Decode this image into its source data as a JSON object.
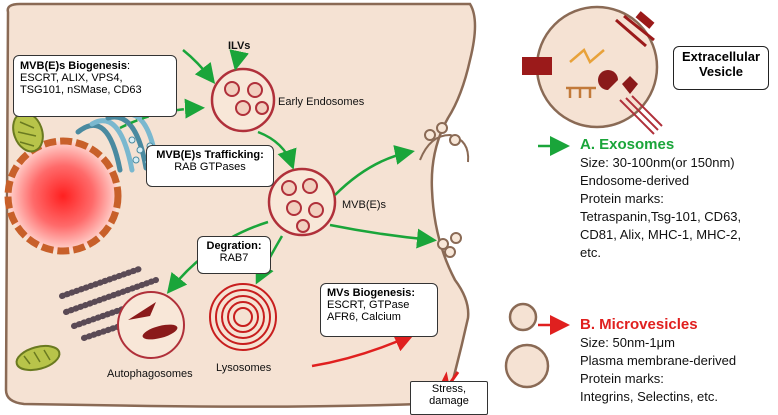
{
  "callouts": {
    "biogenesis": {
      "title": "MVB(E)s Biogenesis",
      "colon": ":",
      "lines": [
        "ESCRT, ALIX, VPS4,",
        "TSG101, nSMase, CD63"
      ]
    },
    "traffic": {
      "title": "MVB(E)s Trafficking:",
      "lines": [
        "RAB GTPases"
      ]
    },
    "degradation": {
      "title": "Degration:",
      "lines": [
        "RAB7"
      ]
    },
    "mvs_biogenesis": {
      "title": "MVs Biogenesis:",
      "lines": [
        "ESCRT, GTPase",
        "AFR6, Calcium"
      ]
    },
    "stress": {
      "lines": [
        "Stress,",
        "damage"
      ]
    }
  },
  "labels": {
    "ilvs": "ILVs",
    "early_endosomes": "Early Endosomes",
    "mvbs": "MVB(E)s",
    "autophagosomes": "Autophagosomes",
    "lysosomes": "Lysosomes",
    "extracellular_vesicle": [
      "Extracellular",
      "Vesicle"
    ]
  },
  "exosomes": {
    "heading": "A. Exosomes",
    "lines": [
      "Size: 30-100nm(or 150nm)",
      "Endosome-derived",
      "Protein marks:",
      "Tetraspanin,Tsg-101, CD63,",
      "CD81, Alix, MHC-1, MHC-2,",
      "etc."
    ]
  },
  "microvesicles": {
    "heading": "B. Microvesicles",
    "lines": [
      "Size: 50nm-1μm",
      "Plasma membrane-derived",
      "Protein marks:",
      "Integrins, Selectins, etc."
    ]
  },
  "colors": {
    "cell_fill": "#f5e2d3",
    "membrane": "#8a6a55",
    "vesicle_outline": "#b0303a",
    "green_arrow": "#1aa53a",
    "red_arrow": "#e0201f",
    "exosome_heading": "#1aa53a",
    "microvesicle_heading": "#e0201f",
    "nucleus": "#ff2a2a"
  }
}
